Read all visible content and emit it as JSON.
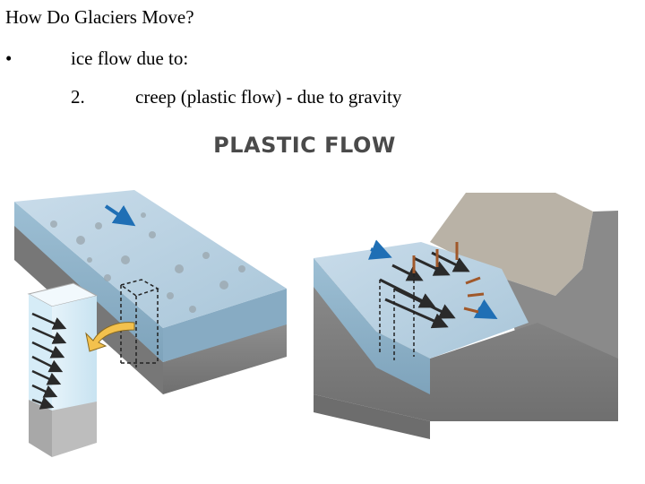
{
  "slide": {
    "title": "How Do Glaciers Move?",
    "bullet_symbol": "•",
    "bullet_text": "ice flow due to:",
    "sub_number": "2.",
    "sub_text": "creep (plastic flow) - due to gravity"
  },
  "figure": {
    "heading": "PLASTIC FLOW",
    "colors": {
      "ice_top": "#b9d2e2",
      "ice_side": "#8fb3cc",
      "bedrock": "#8a8a8a",
      "arrow_blue": "#1f6fb5",
      "arrow_dark": "#2a2a2a",
      "arrow_brown": "#a0582a"
    },
    "icons": [
      "flow-arrow-icon",
      "curved-callout-arrow-icon"
    ]
  }
}
